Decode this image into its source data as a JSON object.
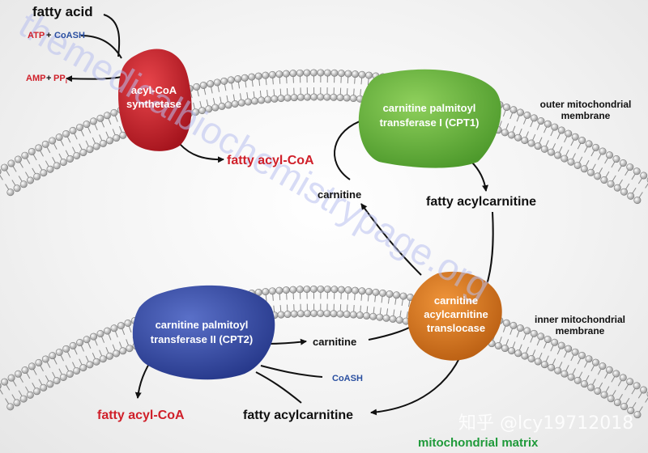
{
  "labels": {
    "fatty_acid": "fatty acid",
    "atp": "ATP",
    "plus1": "+",
    "coash_top": "CoASH",
    "amp": "AMP",
    "plus2": "+",
    "ppi": "PP",
    "ppi_sub": "i",
    "acyl_coa_synthetase_line1": "acyl-CoA",
    "acyl_coa_synthetase_line2": "synthetase",
    "fatty_acyl_coa_top": "fatty acyl-CoA",
    "cpt1_line1": "carnitine palmitoyl",
    "cpt1_line2": "transferase I (CPT1)",
    "outer_membrane_line1": "outer mitochondrial",
    "outer_membrane_line2": "membrane",
    "carnitine_top": "carnitine",
    "fatty_acylcarnitine_top": "fatty acylcarnitine",
    "translocase_line1": "carnitine",
    "translocase_line2": "acylcarnitine",
    "translocase_line3": "translocase",
    "inner_membrane_line1": "inner mitochondrial",
    "inner_membrane_line2": "membrane",
    "cpt2_line1": "carnitine palmitoyl",
    "cpt2_line2": "transferase II (CPT2)",
    "carnitine_bottom": "carnitine",
    "coash_bottom": "CoASH",
    "fatty_acyl_coa_bottom": "fatty acyl-CoA",
    "fatty_acylcarnitine_bottom": "fatty acylcarnitine",
    "matrix": "mitochondrial matrix"
  },
  "watermark": {
    "site": "themedicalbiochemistrypage.org",
    "zhihu": "知乎 @lcy19712018"
  },
  "colors": {
    "synthetase": "#c8202a",
    "cpt1": "#6cb33f",
    "translocase": "#d9731c",
    "cpt2": "#3a4fa8",
    "red_text": "#d0202a",
    "blue_text": "#2a4fa0",
    "green_text": "#1f9a3a",
    "watermark": "#b8c0ee"
  }
}
